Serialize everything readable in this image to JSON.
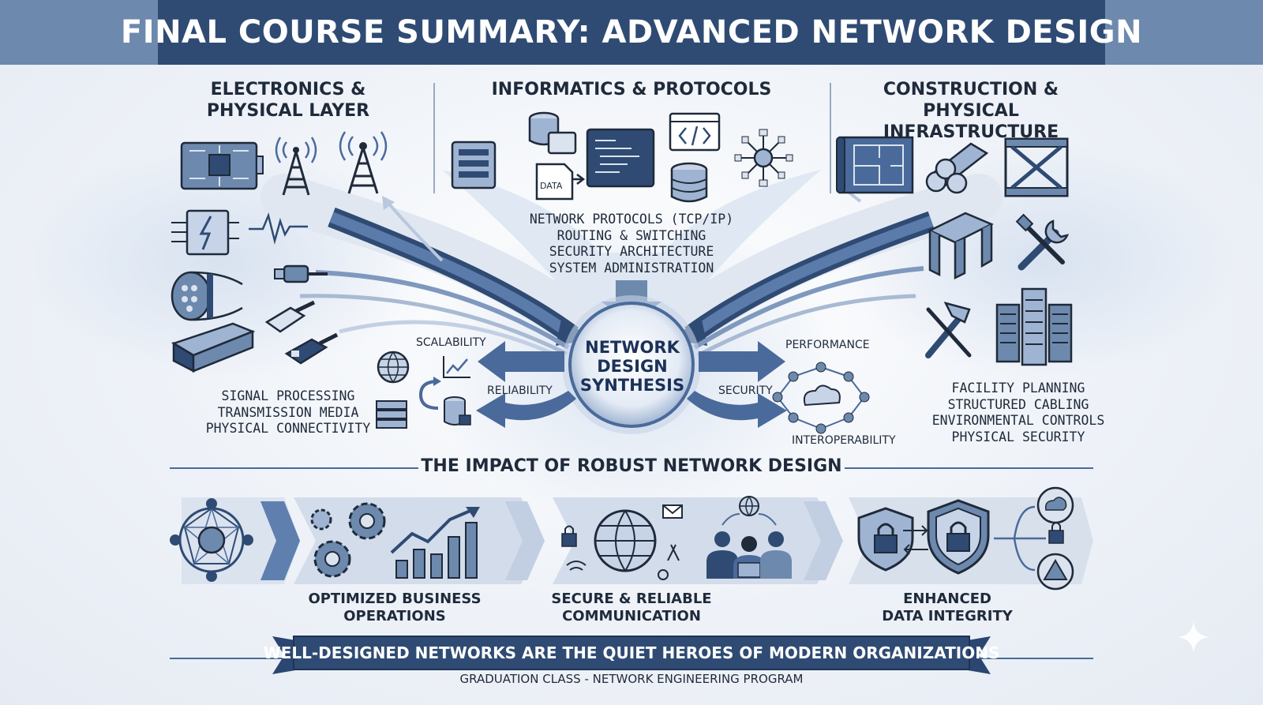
{
  "header": {
    "title": "FINAL COURSE SUMMARY: ADVANCED NETWORK DESIGN"
  },
  "columns": [
    {
      "heading": [
        "ELECTRONICS &",
        "PHYSICAL LAYER"
      ],
      "items": [
        "SIGNAL PROCESSING",
        "TRANSMISSION MEDIA",
        "PHYSICAL CONNECTIVITY"
      ]
    },
    {
      "heading": [
        "INFORMATICS & PROTOCOLS"
      ],
      "items": [
        "NETWORK PROTOCOLS (TCP/IP)",
        "ROUTING & SWITCHING",
        "SECURITY ARCHITECTURE",
        "SYSTEM ADMINISTRATION"
      ],
      "data_tag": "DATA"
    },
    {
      "heading": [
        "CONSTRUCTION &",
        "PHYSICAL INFRASTRUCTURE"
      ],
      "items": [
        "FACILITY PLANNING",
        "STRUCTURED CABLING",
        "ENVIRONMENTAL CONTROLS",
        "PHYSICAL SECURITY"
      ]
    }
  ],
  "hub": {
    "lines": [
      "NETWORK",
      "DESIGN",
      "SYNTHESIS"
    ]
  },
  "qualities": {
    "scalability": "SCALABILITY",
    "reliability": "RELIABILITY",
    "performance": "PERFORMANCE",
    "security": "SECURITY",
    "interoperability": "INTEROPERABILITY"
  },
  "impact": {
    "title": "THE IMPACT OF ROBUST NETWORK DESIGN",
    "items": [
      {
        "lines": [
          "OPTIMIZED BUSINESS",
          "OPERATIONS"
        ]
      },
      {
        "lines": [
          "SECURE & RELIABLE",
          "COMMUNICATION"
        ]
      },
      {
        "lines": [
          "ENHANCED",
          "DATA INTEGRITY"
        ]
      }
    ]
  },
  "banner": "WELL-DESIGNED NETWORKS ARE THE QUIET HEROES OF MODERN ORGANIZATIONS",
  "footer": "GRADUATION CLASS - NETWORK ENGINEERING PROGRAM",
  "colors": {
    "navy": "#2f4b73",
    "steel": "#6d89ad",
    "flow": "#4a6a9b",
    "light": "#c9d6e8"
  },
  "icons": [
    "circuit-board-icon",
    "radio-tower-icon",
    "cable-icon",
    "server-icon",
    "database-icon",
    "code-window-icon",
    "blueprint-icon",
    "pipes-icon",
    "steel-frame-icon",
    "wrench-icon",
    "globe-icon",
    "cloud-icon",
    "gear-icon",
    "bar-chart-icon",
    "team-icon",
    "shield-lock-icon"
  ]
}
